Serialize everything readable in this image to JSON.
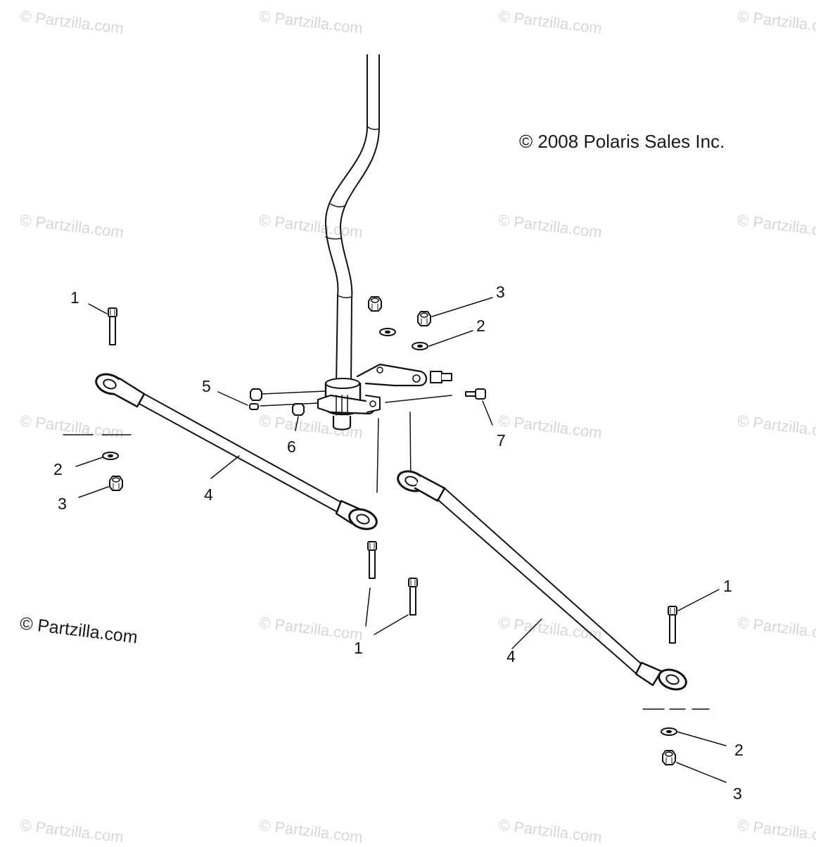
{
  "copyright": "© 2008 Polaris Sales Inc.",
  "site_watermark": "© Partzilla.com",
  "site_mark": "© Partzilla.com",
  "callouts": {
    "c1a": "1",
    "c1b": "1",
    "c1c": "1",
    "c2a": "2",
    "c2b": "2",
    "c2c": "2",
    "c3a": "3",
    "c3b": "3",
    "c3c": "3",
    "c4a": "4",
    "c4b": "4",
    "c5": "5",
    "c6": "6",
    "c7": "7"
  }
}
